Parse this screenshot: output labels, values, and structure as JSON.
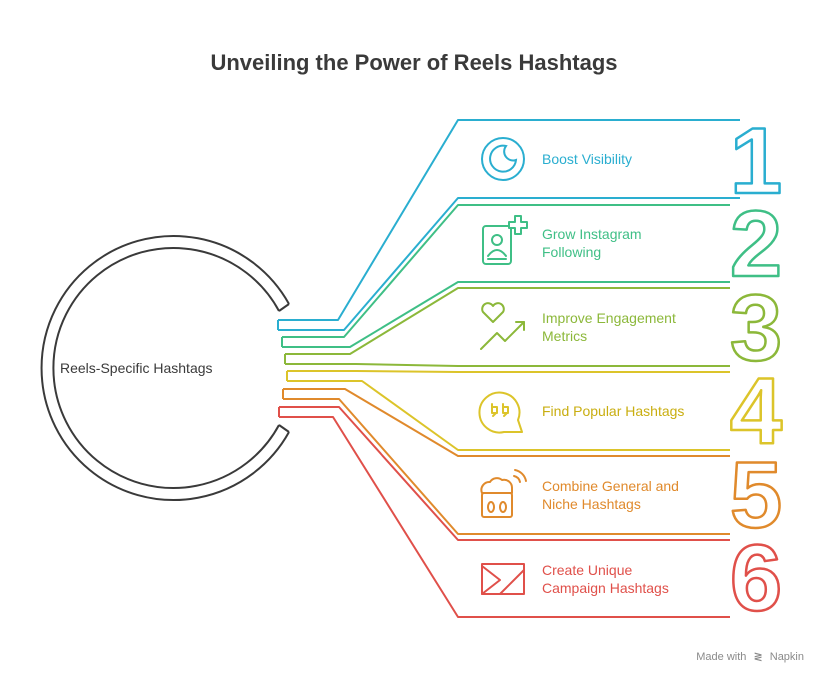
{
  "title": "Unveiling the Power of Reels Hashtags",
  "center": {
    "label": "Reels-Specific Hashtags"
  },
  "items": [
    {
      "number": "1",
      "label": "Boost Visibility",
      "color": "#2aaed0",
      "icon": "moon-circle-icon"
    },
    {
      "number": "2",
      "label": "Grow Instagram Following",
      "color": "#3fbf86",
      "icon": "add-person-icon"
    },
    {
      "number": "3",
      "label": "Improve Engagement Metrics",
      "color": "#8cb83a",
      "icon": "heart-trend-icon"
    },
    {
      "number": "4",
      "label": "Find Popular Hashtags",
      "color": "#dcc42a",
      "icon": "quote-bubble-icon"
    },
    {
      "number": "5",
      "label": "Combine General and Niche Hashtags",
      "color": "#e08a2c",
      "icon": "popcorn-icon"
    },
    {
      "number": "6",
      "label": "Create Unique Campaign Hashtags",
      "color": "#e0504a",
      "icon": "ticket-icon"
    }
  ],
  "footer": {
    "made_with": "Made with",
    "brand": "Napkin"
  }
}
